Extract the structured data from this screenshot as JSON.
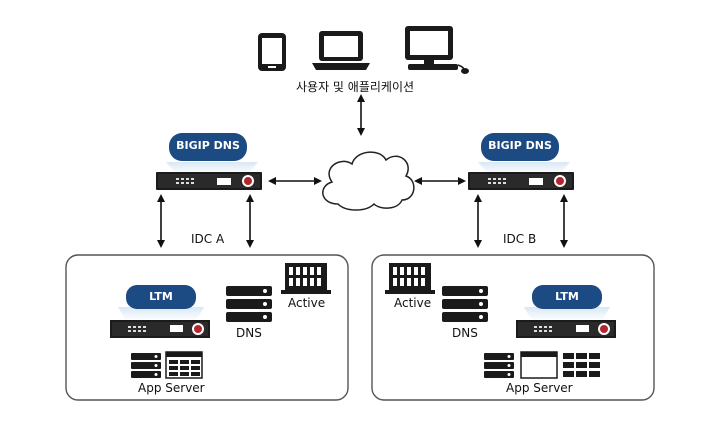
{
  "users": {
    "label": "사용자 및 애플리케이션"
  },
  "dns_left": {
    "badge": "BIGIP DNS"
  },
  "dns_right": {
    "badge": "BIGIP DNS"
  },
  "idc_a": {
    "title": "IDC A",
    "ltm_badge": "LTM",
    "dns_label": "DNS",
    "active_label": "Active",
    "app_label": "App Server"
  },
  "idc_b": {
    "title": "IDC B",
    "ltm_badge": "LTM",
    "dns_label": "DNS",
    "active_label": "Active",
    "app_label": "App Server"
  },
  "colors": {
    "badge": "#1c4a82",
    "badge_glow": "#cfe0f2",
    "device": "#1b1b1b",
    "line": "#222222",
    "box_border": "#555555"
  }
}
